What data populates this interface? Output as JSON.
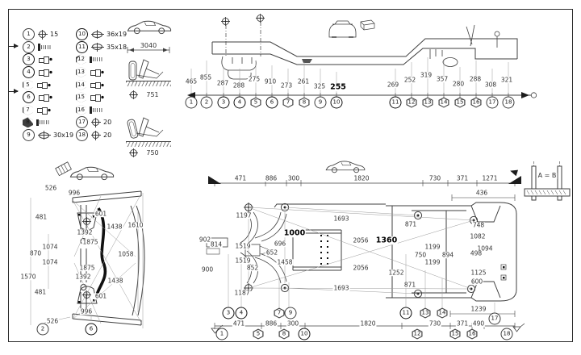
{
  "colors": {
    "line": "#3f3f3f",
    "text": "#333333",
    "accent": "#111111",
    "background": "#ffffff"
  },
  "icons": {
    "target": "circle-with-cross",
    "point": "circle-with-dot",
    "flag": "open-triangle-flag",
    "arrow": "solid-triangle",
    "screw": "threaded-screw",
    "bolt": "flange-bolt-with-sleeve",
    "car-side": "car-side-silhouette",
    "car-rear": "car-rear-silhouette",
    "jig": "two-posts-on-base"
  },
  "legend": {
    "left": [
      {
        "n": "1",
        "size": "15"
      },
      {
        "n": "2",
        "size": ""
      },
      {
        "n": "3",
        "size": ""
      },
      {
        "n": "4",
        "size": ""
      },
      {
        "n": "5",
        "size": ""
      },
      {
        "n": "6",
        "size": ""
      },
      {
        "n": "7",
        "size": ""
      },
      {
        "n": "8",
        "size": ""
      },
      {
        "n": "9",
        "size": "30x19"
      }
    ],
    "right": [
      {
        "n": "10",
        "size": "36x19"
      },
      {
        "n": "11",
        "size": "35x18"
      },
      {
        "n": "12",
        "size": ""
      },
      {
        "n": "13",
        "size": ""
      },
      {
        "n": "14",
        "size": ""
      },
      {
        "n": "15",
        "size": ""
      },
      {
        "n": "16",
        "size": ""
      },
      {
        "n": "17",
        "size": "20"
      },
      {
        "n": "18",
        "size": "20"
      }
    ]
  },
  "reference": {
    "wheelbase": "3040",
    "front_height": "751",
    "rear_height": "750",
    "jig": "A = B"
  },
  "side_view": {
    "points": [
      "1",
      "2",
      "3",
      "4",
      "5",
      "6",
      "7",
      "8",
      "9",
      "10",
      "11",
      "12",
      "13",
      "14",
      "15",
      "16",
      "17",
      "18"
    ],
    "dims": [
      "465",
      "855",
      "287",
      "288",
      "275",
      "910",
      "273",
      "261",
      "325",
      "255",
      "269",
      "252",
      "319",
      "357",
      "280",
      "288",
      "308",
      "321"
    ]
  },
  "front_member": {
    "labels": [
      "526",
      "996",
      "601",
      "481",
      "1438",
      "1610",
      "1392",
      "1875",
      "1074",
      "870",
      "1074",
      "1058",
      "1570",
      "1875",
      "1392",
      "1438",
      "481",
      "601",
      "996",
      "526"
    ],
    "points": [
      "2",
      "6"
    ]
  },
  "plan_view": {
    "top_dims": [
      "471",
      "886",
      "300",
      "1820",
      "730",
      "371",
      "1271"
    ],
    "bottom_dims": [
      "471",
      "886",
      "300",
      "1820",
      "730",
      "371",
      "490"
    ],
    "labels": [
      "1197",
      "902",
      "814",
      "900",
      "1519",
      "1519",
      "852",
      "696",
      "652",
      "1458",
      "1187",
      "1000",
      "1693",
      "1693",
      "2056",
      "2056",
      "1360",
      "871",
      "871",
      "1252",
      "750",
      "1199",
      "894",
      "1199",
      "748",
      "1082",
      "1094",
      "498",
      "1125",
      "600",
      "1239",
      "436"
    ],
    "upper_points": [
      "3",
      "4",
      "7",
      "9",
      "11",
      "13",
      "14",
      "17"
    ],
    "lower_points": [
      "1",
      "5",
      "8",
      "10",
      "12",
      "15",
      "16",
      "18"
    ]
  }
}
